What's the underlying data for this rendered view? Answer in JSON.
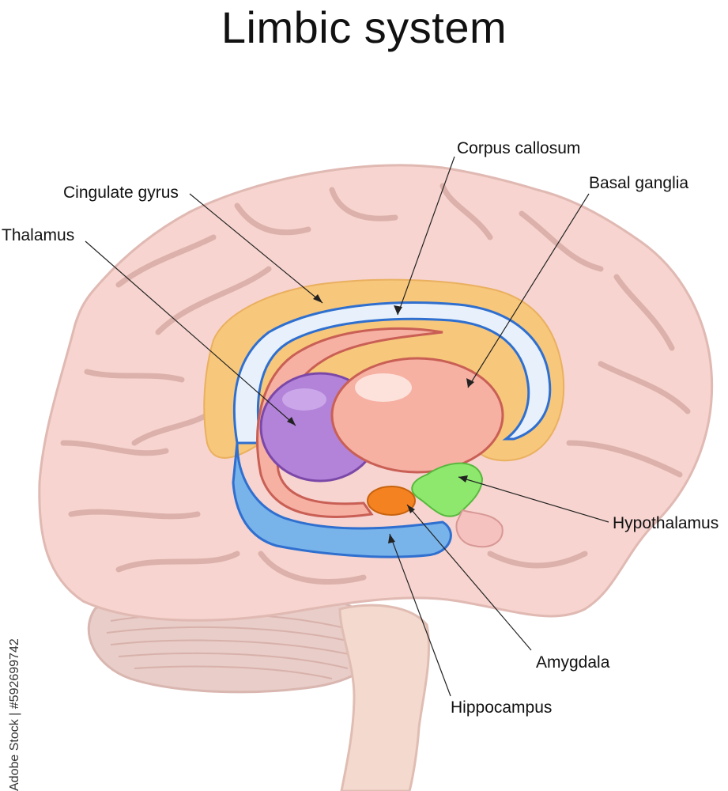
{
  "title": "Limbic system",
  "labels": {
    "corpus_callosum": "Corpus callosum",
    "basal_ganglia": "Basal ganglia",
    "cingulate_gyrus": "Cingulate gyrus",
    "thalamus": "Thalamus",
    "hypothalamus": "Hypothalamus",
    "amygdala": "Amygdala",
    "hippocampus": "Hippocampus"
  },
  "watermark": "Adobe Stock | #592699742",
  "colors": {
    "brain": "#f7d4cf",
    "sulci": "#dcb1ab",
    "cingulate_gyrus": "#f7c77b",
    "corpus_callosum_fill": "#e8f1fb",
    "corpus_callosum_edge": "#2f6fcf",
    "basal_ganglia": "#f6b1a3",
    "thalamus": "#b283d9",
    "hypothalamus": "#8ee86e",
    "amygdala": "#f58220",
    "hippocampus": "#78b3ea"
  }
}
